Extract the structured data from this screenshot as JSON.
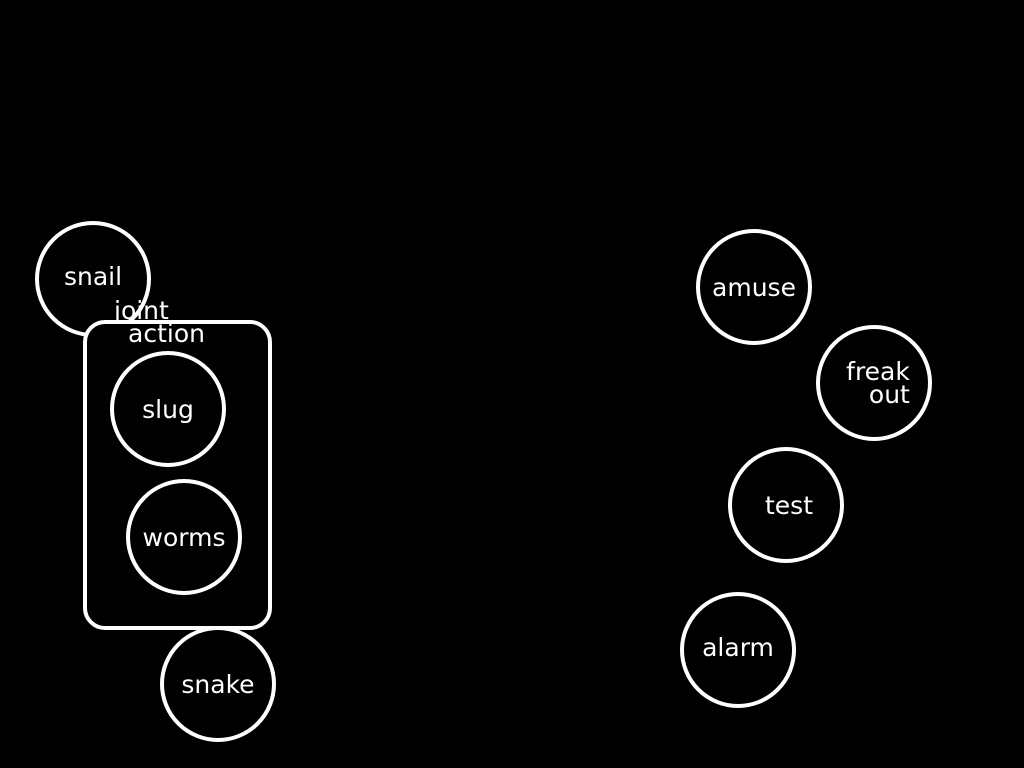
{
  "colors": {
    "background": "#000000",
    "stroke": "#ffffff",
    "text": "#ffffff"
  },
  "nodes": {
    "snail": "snail",
    "slug": "slug",
    "worms": "worms",
    "snake": "snake",
    "amuse": "amuse",
    "freak_out": [
      "freak",
      "out"
    ],
    "test": "test",
    "alarm": "alarm"
  },
  "group": {
    "label": [
      "joint",
      "action"
    ]
  }
}
